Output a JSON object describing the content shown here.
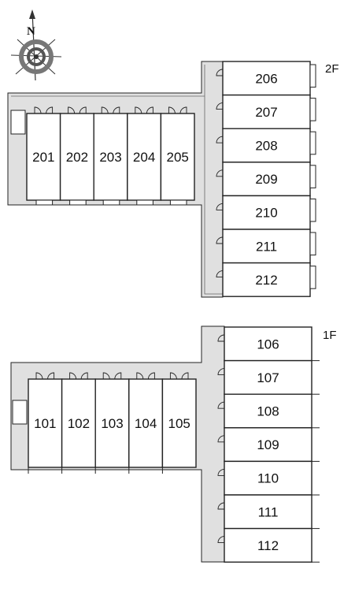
{
  "compass": {
    "north_label": "N"
  },
  "floor2": {
    "label": "2F",
    "west_units": [
      "201",
      "202",
      "203",
      "204",
      "205"
    ],
    "east_units": [
      "206",
      "207",
      "208",
      "209",
      "210",
      "211",
      "212"
    ]
  },
  "floor1": {
    "label": "1F",
    "west_units": [
      "101",
      "102",
      "103",
      "104",
      "105"
    ],
    "east_units": [
      "106",
      "107",
      "108",
      "109",
      "110",
      "111",
      "112"
    ]
  },
  "colors": {
    "corridor": "#e0e0e0",
    "outline": "#222222",
    "unit_fill": "#ffffff"
  }
}
